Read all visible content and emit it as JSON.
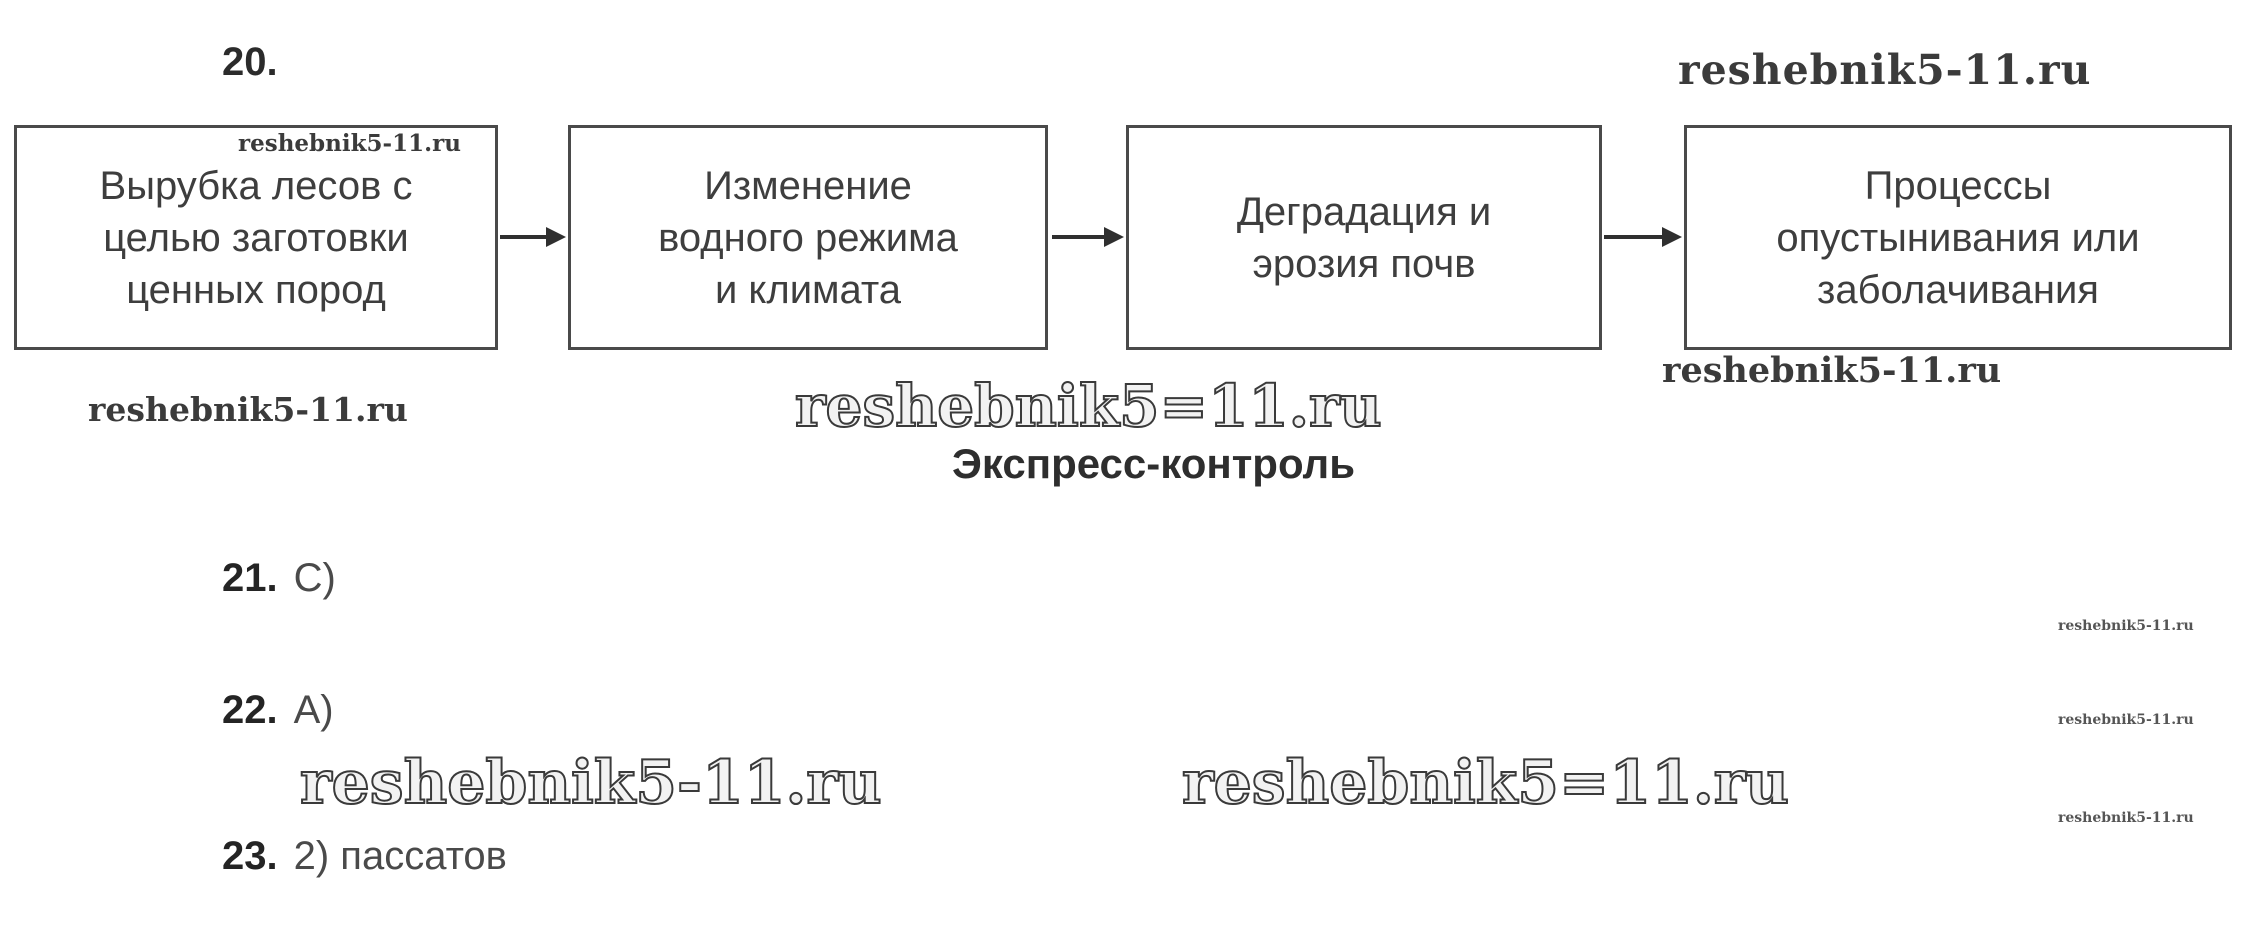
{
  "colors": {
    "ink": "#3e3e3e",
    "box_border": "#4a4a4a",
    "arrow": "#2f2f2f"
  },
  "question20": {
    "number": "20."
  },
  "flowchart": {
    "boxes": [
      {
        "text": "Вырубка лесов с\nцелью заготовки\nценных пород"
      },
      {
        "text": "Изменение\nводного режима\nи климата"
      },
      {
        "text": "Деградация и\nэрозия почв"
      },
      {
        "text": "Процессы\nопустынивания или\nзаболачивания"
      }
    ]
  },
  "section": {
    "title": "Экспресс-контроль"
  },
  "answers": [
    {
      "number": "21.",
      "answer": "С)"
    },
    {
      "number": "22.",
      "answer": "А)"
    },
    {
      "number": "23.",
      "answer": "2) пассатов"
    }
  ],
  "watermarks": {
    "top_right": "reshebnik5-11.ru",
    "box1_inner": "reshebnik5-11.ru",
    "left_below_box1": "reshebnik5-11.ru",
    "center_large": "reshebnik5=11.ru",
    "below_box4": "reshebnik5-11.ru",
    "lower_left_large": "reshebnik5-11.ru",
    "lower_right_large": "reshebnik5=11.ru",
    "edge_small_1": "reshebnik5-11.ru",
    "edge_small_2": "reshebnik5-11.ru",
    "edge_small_3": "reshebnik5-11.ru"
  }
}
